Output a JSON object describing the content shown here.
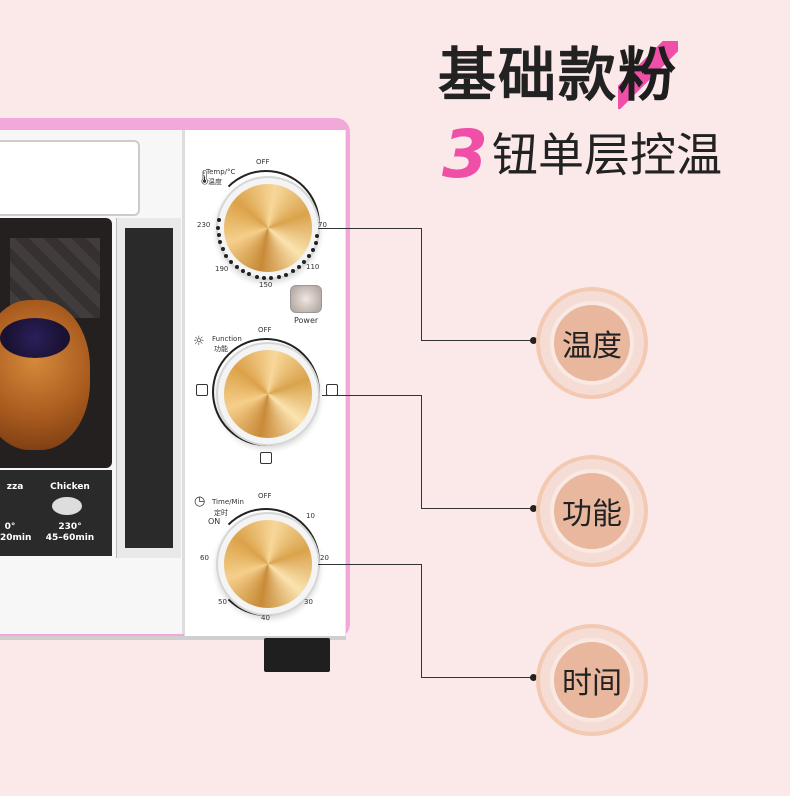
{
  "headline": {
    "line1_main": "基础款",
    "line1_highlight": "粉",
    "line2_number": "3",
    "line2_text": "钮单层控温"
  },
  "oven": {
    "menu_left_label": "zza",
    "menu_left_temp": "0°",
    "menu_left_time": "20min",
    "menu_right_label": "Chicken",
    "menu_right_temp": "230°",
    "menu_right_time": "45–60min",
    "power_label": "Power",
    "temp_knob": {
      "title": "Temp/°C",
      "title_cn": "温度",
      "off": "OFF",
      "ticks": [
        "230",
        "190",
        "150",
        "110",
        "70"
      ]
    },
    "function_knob": {
      "title": "Function",
      "title_cn": "功能",
      "off": "OFF"
    },
    "time_knob": {
      "title": "Time/Min",
      "title_cn": "定时",
      "off": "OFF",
      "on": "ON",
      "ticks": [
        "60",
        "50",
        "40",
        "30",
        "20",
        "10"
      ]
    }
  },
  "callouts": [
    {
      "label": "温度"
    },
    {
      "label": "功能"
    },
    {
      "label": "时间"
    }
  ],
  "colors": {
    "background": "#fbe9ea",
    "accent_pink": "#f04fa8",
    "oven_pink": "#f2a8d8",
    "knob_gold": "#d9a34c",
    "badge_ring": "#e8b79e"
  }
}
